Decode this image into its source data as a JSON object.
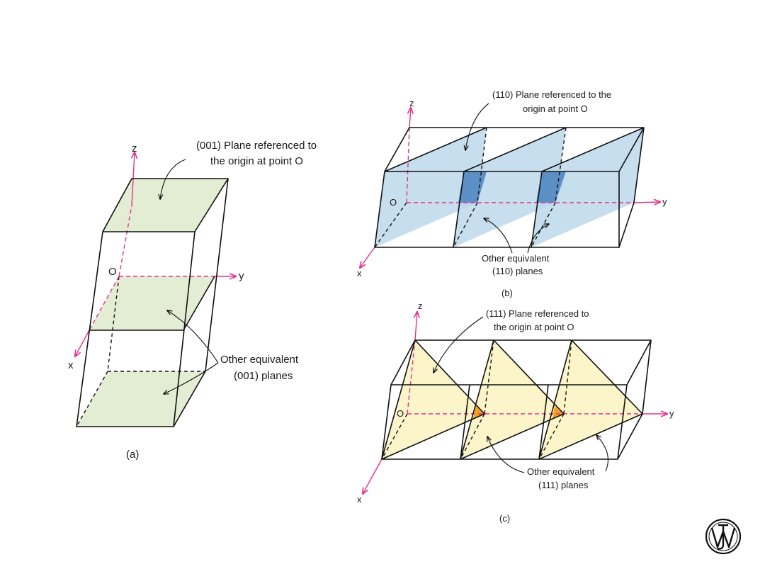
{
  "panel_a": {
    "caption": "(a)",
    "axis_z": "z",
    "axis_y": "y",
    "axis_x": "x",
    "origin": "O",
    "callout_line1": "(001) Plane referenced to",
    "callout_line2": "the origin at point O",
    "equiv_line1": "Other equivalent",
    "equiv_line2": "(001) planes"
  },
  "panel_b": {
    "caption": "(b)",
    "axis_z": "z",
    "axis_y": "y",
    "axis_x": "x",
    "origin": "O",
    "callout_line1": "(110) Plane referenced to the",
    "callout_line2": "origin at point O",
    "equiv_line1": "Other equivalent",
    "equiv_line2": "(110) planes"
  },
  "panel_c": {
    "caption": "(c)",
    "axis_z": "z",
    "axis_y": "y",
    "axis_x": "x",
    "origin": "O",
    "callout_line1": "(111) Plane referenced to",
    "callout_line2": "the origin at point O",
    "equiv_line1": "Other equivalent",
    "equiv_line2": "(111) planes"
  },
  "colors": {
    "axis": "#e0338f",
    "plane_001": "#e3edd4",
    "plane_110": "#bcd8ea",
    "plane_110_overlap": "#5b8fc6",
    "plane_111": "#fbf4c3",
    "plane_111_overlap": "#f3a21b"
  },
  "logo": {
    "name": "publisher-logo",
    "glyph": "JW"
  }
}
